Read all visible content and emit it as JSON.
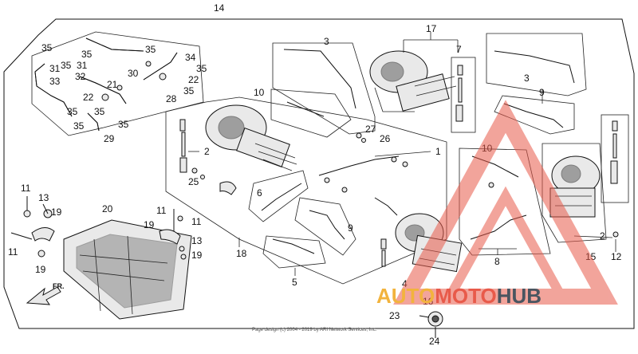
{
  "diagram": {
    "labels": {
      "l14": "14",
      "l17": "17",
      "l3a": "3",
      "l7": "7",
      "l3b": "3",
      "l35": "35",
      "l34": "34",
      "l9": "9",
      "l10a": "10",
      "l1": "1",
      "l2a": "2",
      "l2b": "2",
      "l27": "27",
      "l26": "26",
      "l25": "25",
      "l6": "6",
      "l10b": "10",
      "l11a": "11",
      "l13a": "13",
      "l19a": "19",
      "l20": "20",
      "l11b": "11",
      "l11c": "11",
      "l19b": "19",
      "l13b": "13",
      "l19c": "19",
      "l19d": "19",
      "l18": "18",
      "l5": "5",
      "l9b": "9",
      "l8": "8",
      "l15": "15",
      "l12": "12",
      "l16": "16",
      "l4": "4",
      "l23": "23",
      "l24": "24",
      "l29": "29",
      "l22a": "22",
      "l22b": "22",
      "l28": "28",
      "l21": "21",
      "l30": "30",
      "l31a": "31",
      "l31b": "31",
      "l32": "32",
      "l33": "33",
      "l35b": "35",
      "l35c": "35",
      "l35d": "35",
      "l35e": "35",
      "l35f": "35",
      "l35g": "35",
      "l35h": "35",
      "l35i": "35",
      "l11d": "11",
      "l35j": "35"
    },
    "direction_label": "FR.",
    "copyright": "Page design (c) 2004 - 2019 by ARI Network Services, Inc."
  },
  "watermark": {
    "brand_part1": "AUTO",
    "brand_part2": "MOTO",
    "brand_part3": "HUB",
    "colors": {
      "orange": "#f2b33d",
      "red": "#e85a4a",
      "gray": "#4a5560"
    }
  }
}
